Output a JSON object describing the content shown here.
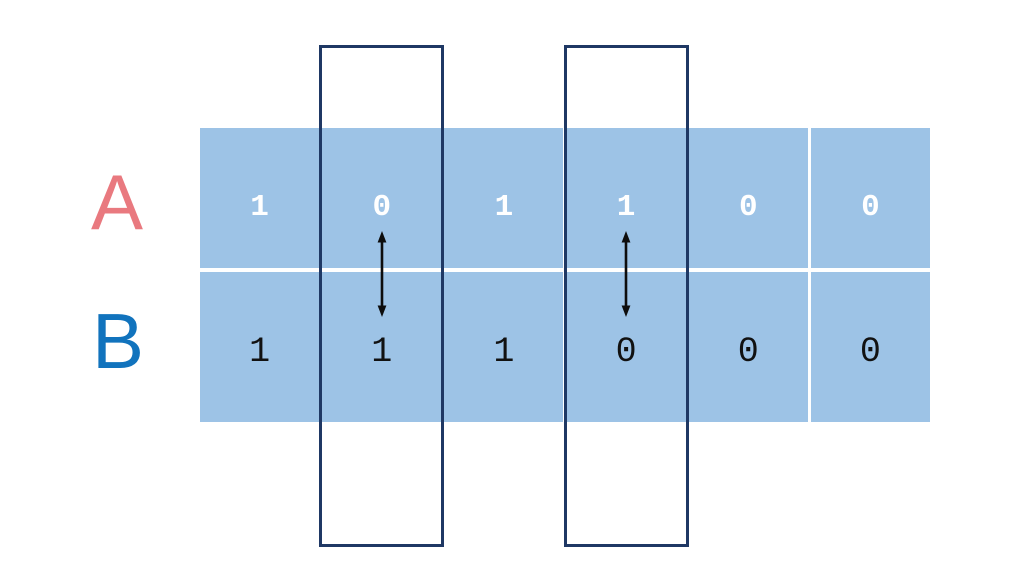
{
  "rows": [
    {
      "label": "A",
      "bits": [
        "1",
        "0",
        "1",
        "1",
        "0",
        "0"
      ]
    },
    {
      "label": "B",
      "bits": [
        "1",
        "1",
        "1",
        "0",
        "0",
        "0"
      ]
    }
  ],
  "highlights": {
    "mismatch_positions": [
      2,
      4
    ],
    "mismatch_count": 2
  },
  "icons": {
    "mismatch_arrow": "double-headed-vertical-arrow"
  },
  "colors": {
    "background": "#FFFFFF",
    "cell_fill": "#9DC3E6",
    "row_a_label": "#E9797F",
    "row_b_label": "#1173BD",
    "row_a_text": "#FFFFFF",
    "row_b_text": "#111111",
    "highlight_border": "#1F3864",
    "arrow": "#0D0D0D"
  }
}
